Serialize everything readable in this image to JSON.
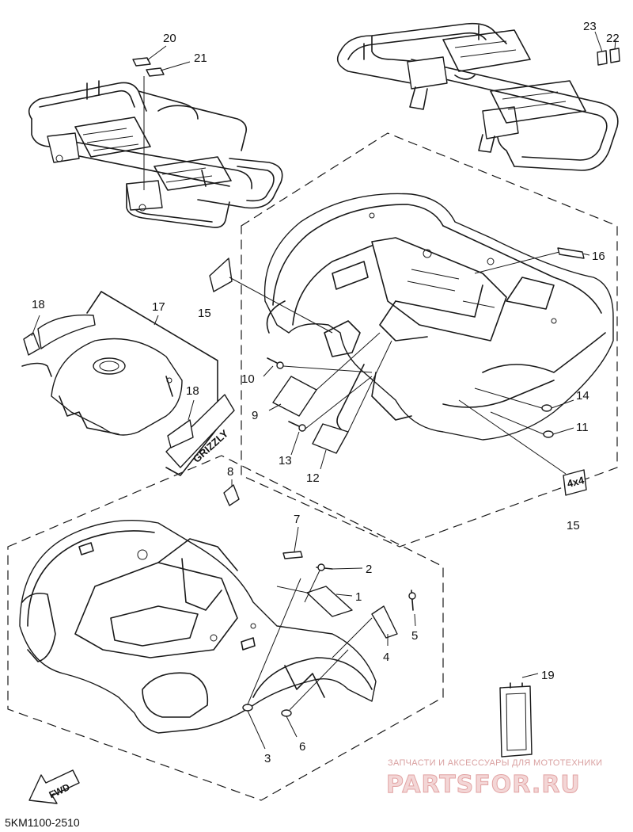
{
  "diagram": {
    "callouts": {
      "c1": "1",
      "c2": "2",
      "c3": "3",
      "c4": "4",
      "c5": "5",
      "c6": "6",
      "c7": "7",
      "c8": "8",
      "c9": "9",
      "c10": "10",
      "c11": "11",
      "c12": "12",
      "c13": "13",
      "c14": "14",
      "c15a": "15",
      "c15b": "15",
      "c16": "16",
      "c17": "17",
      "c18a": "18",
      "c18b": "18",
      "c19": "19",
      "c20": "20",
      "c21": "21",
      "c22": "22",
      "c23": "23"
    },
    "fwd_label": "FWD",
    "decal_text": "GRIZZLY",
    "badge_text": "4x4",
    "reference_code": "5KM1100-2510"
  },
  "watermark": {
    "caption": "ЗАПЧАСТИ И АКСЕССУАРЫ ДЛЯ МОТОТЕХНИКИ",
    "brand": "PARTSFOR.RU"
  }
}
